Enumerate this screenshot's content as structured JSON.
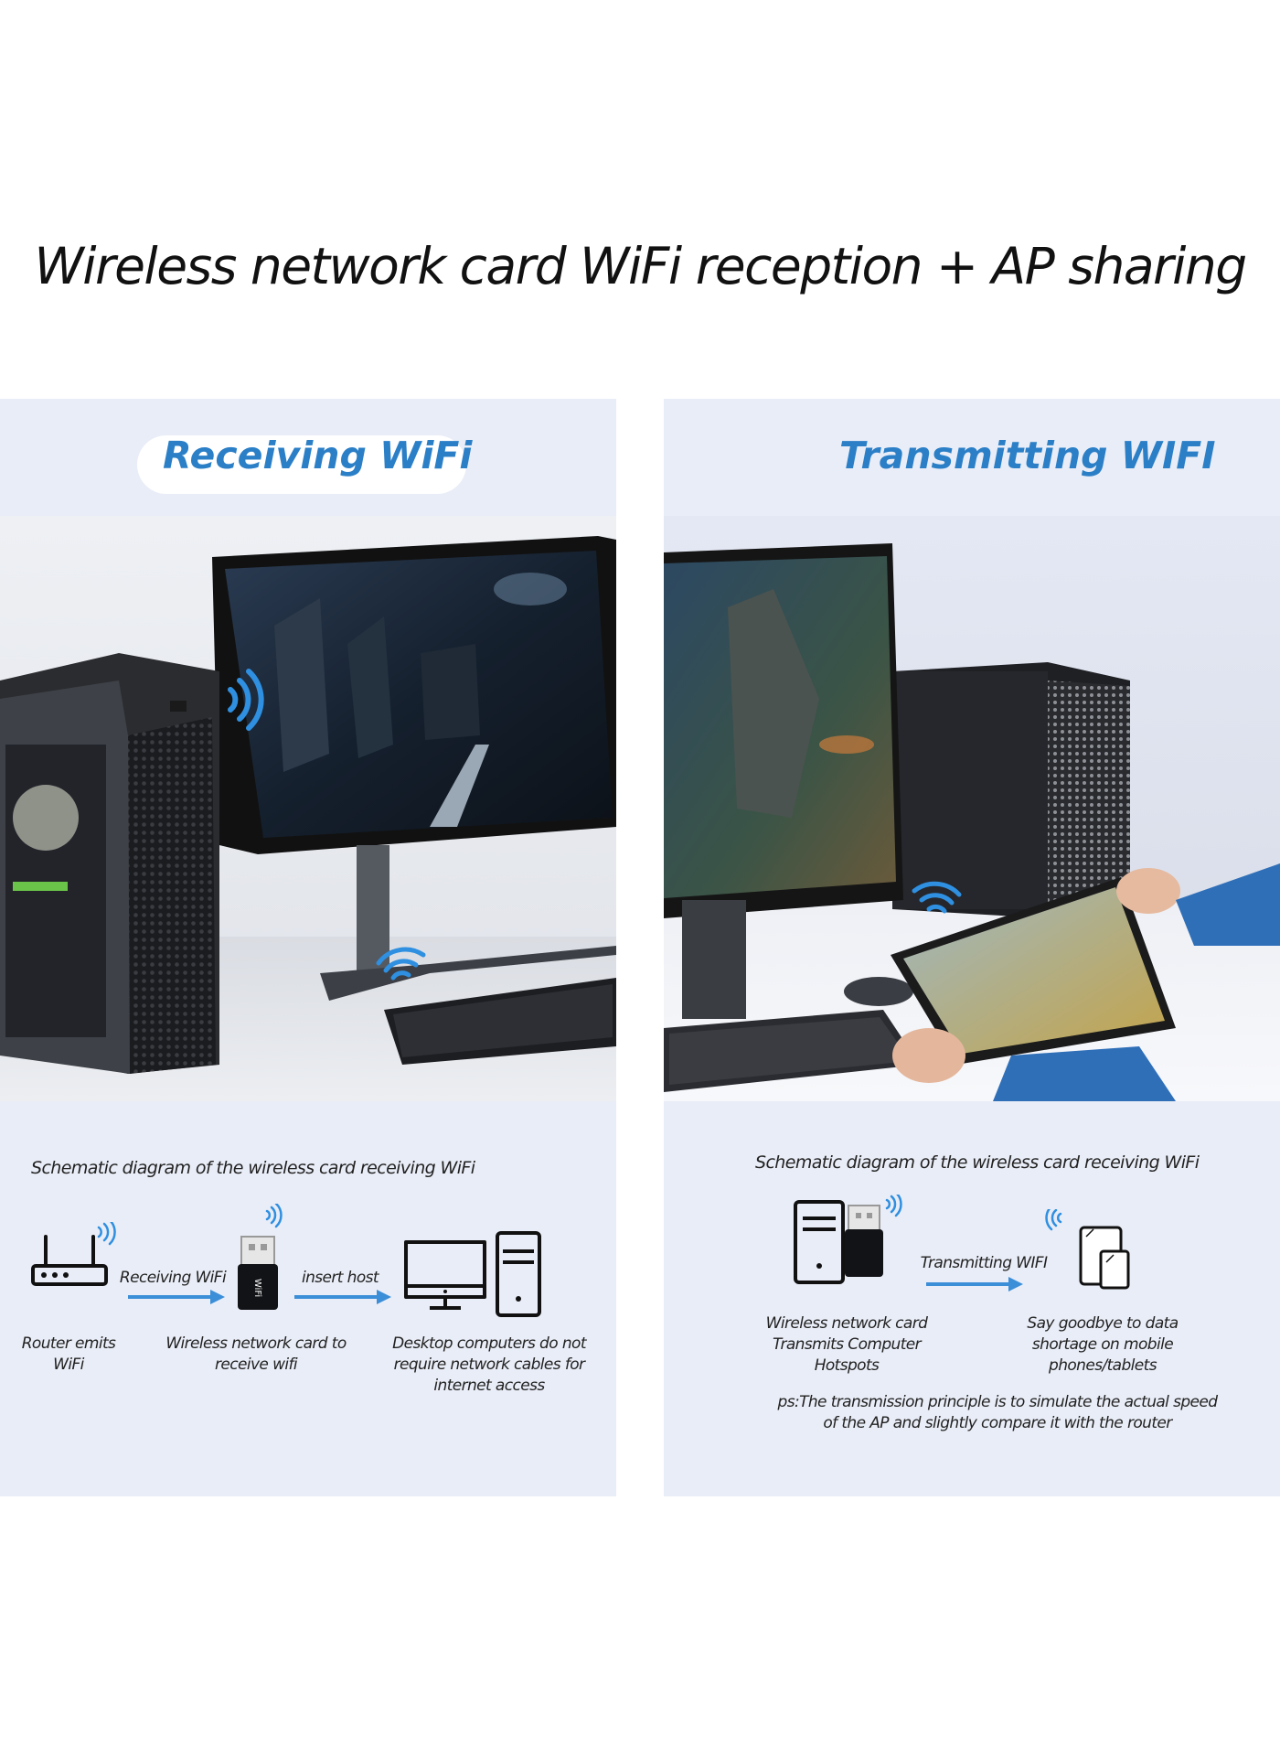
{
  "title": "Wireless network card WiFi reception + AP sharing",
  "colors": {
    "accent": "#2b7fc7",
    "panel": "#e9edf7",
    "arrow": "#3b8ed8"
  },
  "left_panel": {
    "heading": "Receiving WiFi",
    "caption": "Schematic diagram of the wireless card receiving WiFi",
    "arrow1_label": "Receiving WiFi",
    "arrow2_label": "insert host",
    "router_label": "Router emits WiFi",
    "card_label": "Wireless network card to receive wifi",
    "desktop_label": "Desktop computers do not require network cables for internet access",
    "icons": [
      "router-icon",
      "wifi-adapter-icon",
      "desktop-computer-icon"
    ]
  },
  "right_panel": {
    "heading": "Transmitting WIFI",
    "caption": "Schematic diagram of the wireless card receiving WiFi",
    "arrow_label": "Transmitting WIFI",
    "card_label": "Wireless network card Transmits Computer Hotspots",
    "device_label": "Say goodbye to data shortage on mobile phones/tablets",
    "note": "ps:The transmission principle is to simulate the actual speed of the AP and slightly compare it with the router",
    "icons": [
      "pc-tower-icon",
      "wifi-adapter-icon",
      "phone-tablet-icon"
    ]
  },
  "adapter_text": "WiFi"
}
